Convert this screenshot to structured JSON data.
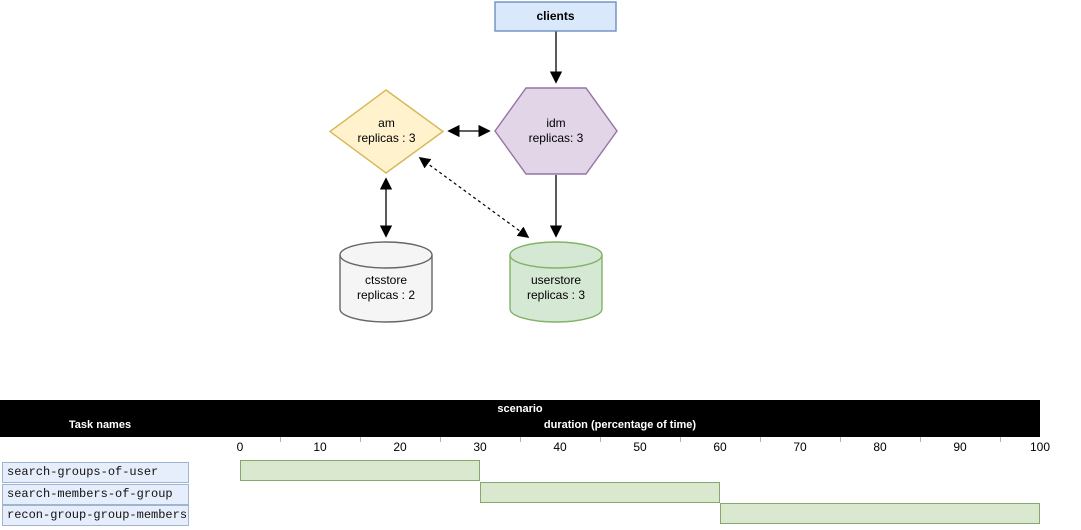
{
  "diagram": {
    "nodes": {
      "clients": {
        "label": "clients"
      },
      "am": {
        "label": "am",
        "sublabel": "replicas : 3"
      },
      "idm": {
        "label": "idm",
        "sublabel": "replicas: 3"
      },
      "ctsstore": {
        "label": "ctsstore",
        "sublabel": "replicas : 2"
      },
      "userstore": {
        "label": "userstore",
        "sublabel": "replicas : 3"
      }
    },
    "edges": [
      {
        "from": "clients",
        "to": "idm",
        "style": "solid",
        "direction": "one-way"
      },
      {
        "from": "am",
        "to": "idm",
        "style": "solid",
        "direction": "two-way"
      },
      {
        "from": "am",
        "to": "ctsstore",
        "style": "solid",
        "direction": "two-way"
      },
      {
        "from": "idm",
        "to": "userstore",
        "style": "solid",
        "direction": "one-way"
      },
      {
        "from": "am",
        "to": "userstore",
        "style": "dashed",
        "direction": "two-way"
      }
    ],
    "colors": {
      "clients_fill": "#dae8fc",
      "clients_stroke": "#6c8ebf",
      "am_fill": "#fff2cc",
      "am_stroke": "#d6b656",
      "idm_fill": "#e1d5e7",
      "idm_stroke": "#9673a6",
      "ctsstore_fill": "#f5f5f5",
      "ctsstore_stroke": "#666666",
      "userstore_fill": "#d5e8d4",
      "userstore_stroke": "#82b366"
    }
  },
  "gantt": {
    "title": "scenario",
    "left_header": "Task names",
    "axis_header": "duration (percentage of time)",
    "axis": {
      "min": 0,
      "max": 100,
      "step": 10
    },
    "bar_fill": "#d9e8cf",
    "bar_stroke": "#84a96b",
    "tasks": [
      {
        "name": "search-groups-of-user",
        "start": 0,
        "end": 30
      },
      {
        "name": "search-members-of-group",
        "start": 30,
        "end": 60
      },
      {
        "name": "recon-group-group-members",
        "start": 60,
        "end": 100
      }
    ]
  },
  "chart_data": {
    "type": "gantt",
    "title": "scenario",
    "xlabel": "duration (percentage of time)",
    "ylabel": "Task names",
    "xlim": [
      0,
      100
    ],
    "xticks": [
      0,
      10,
      20,
      30,
      40,
      50,
      60,
      70,
      80,
      90,
      100
    ],
    "tasks": [
      {
        "name": "search-groups-of-user",
        "start": 0,
        "end": 30
      },
      {
        "name": "search-members-of-group",
        "start": 30,
        "end": 60
      },
      {
        "name": "recon-group-group-members",
        "start": 60,
        "end": 100
      }
    ],
    "legend": "none",
    "grid": "off"
  }
}
